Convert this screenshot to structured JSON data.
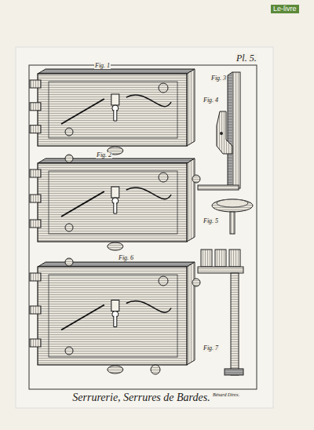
{
  "diagram": {
    "caption": "Serrurerie, Serrures de Bardes.",
    "labels": [
      "Pl. 5.",
      "Fig. 1",
      "Fig. 2",
      "Fig. 6",
      "Fig. 3",
      "Fig. 4",
      "Fig. 5",
      "Fig. 7",
      "Bénard Direx.",
      "Le-livre"
    ]
  }
}
